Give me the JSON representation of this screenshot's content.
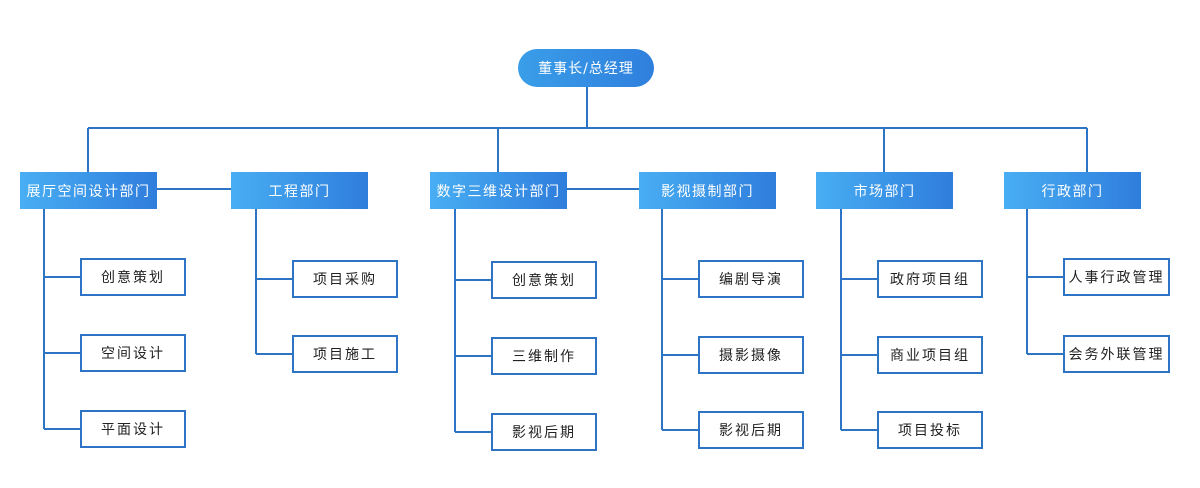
{
  "root": {
    "label": "董事长/总经理"
  },
  "departments": [
    {
      "label": "展厅空间设计部门",
      "children": [
        "创意策划",
        "空间设计",
        "平面设计"
      ]
    },
    {
      "label": "工程部门",
      "children": [
        "项目采购",
        "项目施工"
      ]
    },
    {
      "label": "数字三维设计部门",
      "children": [
        "创意策划",
        "三维制作",
        "影视后期"
      ]
    },
    {
      "label": "影视摄制部门",
      "children": [
        "编剧导演",
        "摄影摄像",
        "影视后期"
      ]
    },
    {
      "label": "市场部门",
      "children": [
        "政府项目组",
        "商业项目组",
        "项目投标"
      ]
    },
    {
      "label": "行政部门",
      "children": [
        "人事行政管理",
        "会务外联管理"
      ]
    }
  ],
  "colors": {
    "line": "#2e74c4",
    "box_border": "#2e74c4",
    "accent_start": "#48aef3",
    "accent_end": "#2f7ddc"
  }
}
